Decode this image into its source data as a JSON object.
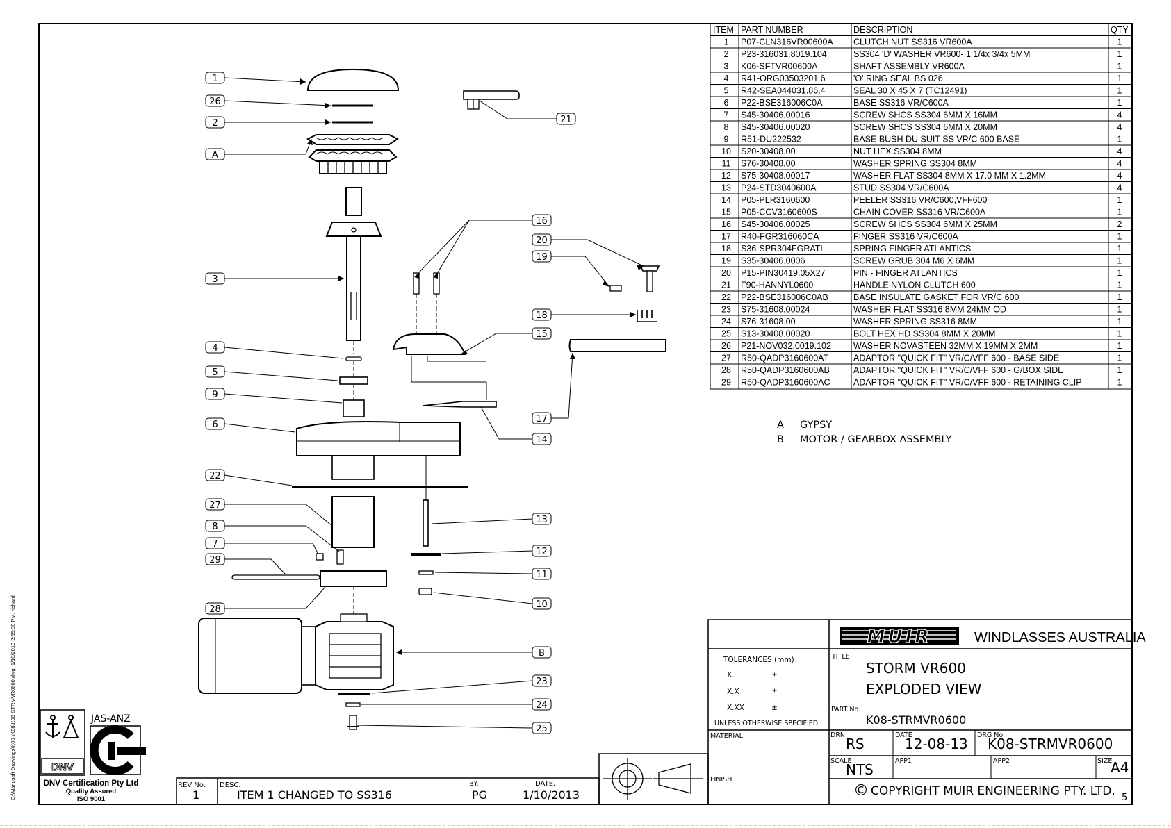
{
  "side_path": "G:\\Manusoft Drawings\\K00-\\K08\\K08-STRMVR0600.dwg, 1/10/2013 2:55:08 PM, richard",
  "parts_table": {
    "headers": [
      "ITEM",
      "PART NUMBER",
      "DESCRIPTION",
      "QTY"
    ],
    "rows": [
      [
        "1",
        "P07-CLN316VR00600A",
        "CLUTCH NUT SS316 VR600A",
        "1"
      ],
      [
        "2",
        "P23-316031.8019.104",
        "SS304 'D' WASHER VR600- 1 1/4x 3/4x 5MM",
        "1"
      ],
      [
        "3",
        "K06-SFTVR00600A",
        "SHAFT ASSEMBLY VR600A",
        "1"
      ],
      [
        "4",
        "R41-ORG03503201.6",
        "'O' RING SEAL BS 026",
        "1"
      ],
      [
        "5",
        "R42-SEA044031.86.4",
        "SEAL 30 X 45 X 7 (TC12491)",
        "1"
      ],
      [
        "6",
        "P22-BSE316006C0A",
        "BASE SS316 VR/C600A",
        "1"
      ],
      [
        "7",
        "S45-30406.00016",
        "SCREW SHCS SS304 6MM X 16MM",
        "4"
      ],
      [
        "8",
        "S45-30406.00020",
        "SCREW SHCS SS304 6MM X 20MM",
        "4"
      ],
      [
        "9",
        "R51-DU222532",
        "BASE BUSH DU SUIT SS VR/C 600 BASE",
        "1"
      ],
      [
        "10",
        "S20-30408.00",
        "NUT HEX SS304 8MM",
        "4"
      ],
      [
        "11",
        "S76-30408.00",
        "WASHER SPRING SS304 8MM",
        "4"
      ],
      [
        "12",
        "S75-30408.00017",
        "WASHER FLAT SS304 8MM X 17.0 MM X 1.2MM",
        "4"
      ],
      [
        "13",
        "P24-STD3040600A",
        "STUD SS304 VR/C600A",
        "4"
      ],
      [
        "14",
        "P05-PLR3160600",
        "PEELER SS316 VR/C600,VFF600",
        "1"
      ],
      [
        "15",
        "P05-CCV3160600S",
        "CHAIN COVER SS316 VR/C600A",
        "1"
      ],
      [
        "16",
        "S45-30406.00025",
        "SCREW SHCS SS304 6MM X 25MM",
        "2"
      ],
      [
        "17",
        "R40-FGR316060CA",
        "FINGER SS316 VR/C600A",
        "1"
      ],
      [
        "18",
        "S36-SPR304FGRATL",
        "SPRING FINGER ATLANTICS",
        "1"
      ],
      [
        "19",
        "S35-30406.0006",
        "SCREW GRUB 304 M6 X 6MM",
        "1"
      ],
      [
        "20",
        "P15-PIN30419.05X27",
        "PIN - FINGER ATLANTICS",
        "1"
      ],
      [
        "21",
        "F90-HANNYL0600",
        "HANDLE NYLON CLUTCH 600",
        "1"
      ],
      [
        "22",
        "P22-BSE316006C0AB",
        "BASE INSULATE GASKET FOR VR/C 600",
        "1"
      ],
      [
        "23",
        "S75-31608.00024",
        "WASHER FLAT SS316 8MM 24MM OD",
        "1"
      ],
      [
        "24",
        "S76-31608.00",
        "WASHER SPRING SS316 8MM",
        "1"
      ],
      [
        "25",
        "S13-30408.00020",
        "BOLT HEX HD SS304 8MM X 20MM",
        "1"
      ],
      [
        "26",
        "P21-NOV032.0019.102",
        "WASHER NOVASTEEN 32MM X 19MM X 2MM",
        "1"
      ],
      [
        "27",
        "R50-QADP3160600AT",
        "ADAPTOR \"QUICK FIT\"  VR/C/VFF 600 - BASE SIDE",
        "1"
      ],
      [
        "28",
        "R50-QADP3160600AB",
        "ADAPTOR \"QUICK FIT\"  VR/C/VFF 600 - G/BOX SIDE",
        "1"
      ],
      [
        "29",
        "R50-QADP3160600AC",
        "ADAPTOR \"QUICK FIT\"  VR/C/VFF 600 - RETAINING CLIP",
        "1"
      ]
    ]
  },
  "legend_notes": [
    {
      "key": "A",
      "text": "GYPSY"
    },
    {
      "key": "B",
      "text": "MOTOR / GEARBOX ASSEMBLY"
    }
  ],
  "balloons": {
    "b1": "1",
    "b26": "26",
    "b2": "2",
    "bA": "A",
    "b3": "3",
    "b4": "4",
    "b5": "5",
    "b9": "9",
    "b6": "6",
    "b22": "22",
    "b27": "27",
    "b8": "8",
    "b7": "7",
    "b29": "29",
    "b28": "28",
    "b21": "21",
    "b16": "16",
    "b20": "20",
    "b19": "19",
    "b18": "18",
    "b15": "15",
    "b17": "17",
    "b14": "14",
    "b13": "13",
    "b12": "12",
    "b11": "11",
    "b10": "10",
    "bB": "B",
    "b23": "23",
    "b24": "24",
    "b25": "25"
  },
  "title_block": {
    "company": "WINDLASSES AUSTRALIA",
    "logo_text": "MUIR",
    "tolerances_label": "TOLERANCES (mm)",
    "tol_x": "X.",
    "tol_xx": "X.X",
    "tol_xxx": "X.XX",
    "pm": "±",
    "unless": "UNLESS OTHERWISE SPECIFIED",
    "material_label": "MATERIAL",
    "finish_label": "FINISH",
    "title_label": "TITLE",
    "title_line1": "STORM VR600",
    "title_line2": "EXPLODED VIEW",
    "part_no_label": "PART No.",
    "part_no": "K08-STRMVR0600",
    "drn_label": "DRN",
    "drn": "RS",
    "date_label": "DATE",
    "date": "12-08-13",
    "drg_label": "DRG No.",
    "drg_no": "K08-STRMVR0600",
    "scale_label": "SCALE",
    "scale": "NTS",
    "app1_label": "APP1",
    "app2_label": "APP2",
    "size_label": "SIZE",
    "size": "A4",
    "copyright": "COPYRIGHT MUIR ENGINEERING PTY. LTD.",
    "copyright_symbol": "©",
    "sheet_no": "5"
  },
  "revision": {
    "rev_label": "REV No.",
    "rev": "1",
    "desc_label": "DESC.",
    "desc": "ITEM 1 CHANGED TO SS316",
    "by_label": "BY.",
    "by": "PG",
    "date_label": "DATE.",
    "date": "1/10/2013"
  },
  "certification": {
    "jas_anz": "JAS-ANZ",
    "dnv": "DNV",
    "line1": "DNV Certification Pty Ltd",
    "line2": "Quality Assured",
    "line3": "ISO 9001"
  }
}
